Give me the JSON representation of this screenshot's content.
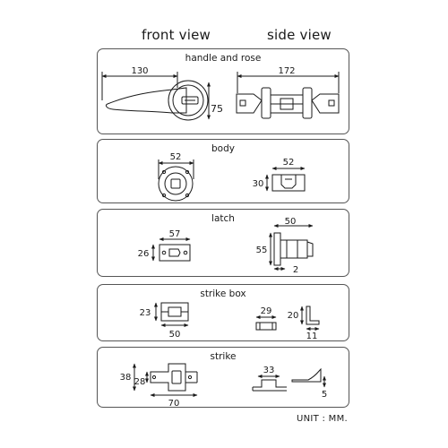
{
  "headings": {
    "front": "front view",
    "side": "side view"
  },
  "panels": [
    {
      "title": "handle and rose",
      "dims": [
        "130",
        "172",
        "75"
      ]
    },
    {
      "title": "body",
      "dims": [
        "52",
        "52",
        "30"
      ]
    },
    {
      "title": "latch",
      "dims": [
        "57",
        "26",
        "50",
        "55",
        "2"
      ]
    },
    {
      "title": "strike box",
      "dims": [
        "23",
        "50",
        "29",
        "20",
        "11"
      ]
    },
    {
      "title": "strike",
      "dims": [
        "38",
        "28",
        "70",
        "33",
        "5"
      ]
    }
  ],
  "unit": "UNIT : MM."
}
